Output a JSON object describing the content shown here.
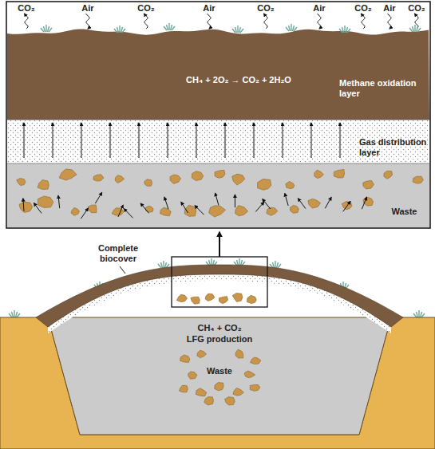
{
  "diagram": {
    "nodes": [
      {
        "text": [
          "CH₄ + 2O₂ → CO₂ + 2H₂O",
          "Methane oxidation layer"
        ]
      },
      {
        "text": [
          "Gas distribution layer"
        ]
      },
      {
        "text": [
          "Waste"
        ]
      },
      {
        "text": [
          "CH₄ + CO₂",
          "LFG production",
          "Waste"
        ]
      }
    ],
    "labels": [
      "CO₂",
      "Air",
      "CO₂",
      "Air",
      "CO₂",
      "Air",
      "CO₂",
      "Air",
      "CO₂",
      "Complete biocover"
    ]
  }
}
